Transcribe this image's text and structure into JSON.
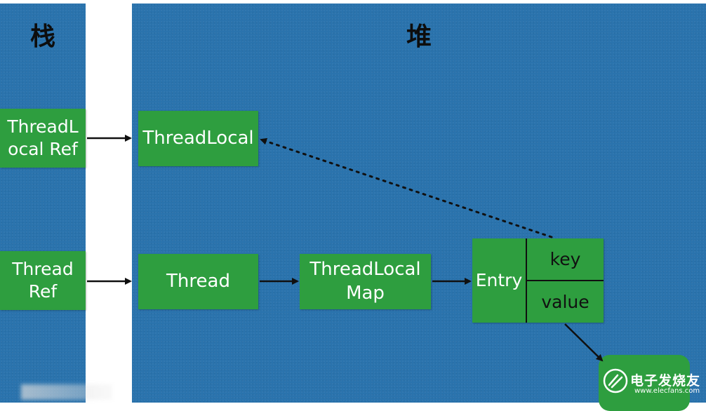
{
  "stack": {
    "title": "栈",
    "threadlocal_ref": [
      "ThreadL",
      "ocal Ref"
    ],
    "thread_ref": [
      "Thread",
      "Ref"
    ]
  },
  "heap": {
    "title": "堆",
    "threadlocal": "ThreadLocal",
    "thread": "Thread",
    "threadlocalmap": [
      "ThreadLocal",
      "Map"
    ],
    "entry": {
      "label": "Entry",
      "key": "key",
      "value": "value"
    }
  },
  "watermark": {
    "text": "电子发烧友",
    "url": "www.elecfans.com"
  },
  "colors": {
    "panel": "#2a73ad",
    "box": "#2e9e3f",
    "arrow": "#101010"
  },
  "icons": {
    "logo": "elecfans-logo-icon"
  }
}
